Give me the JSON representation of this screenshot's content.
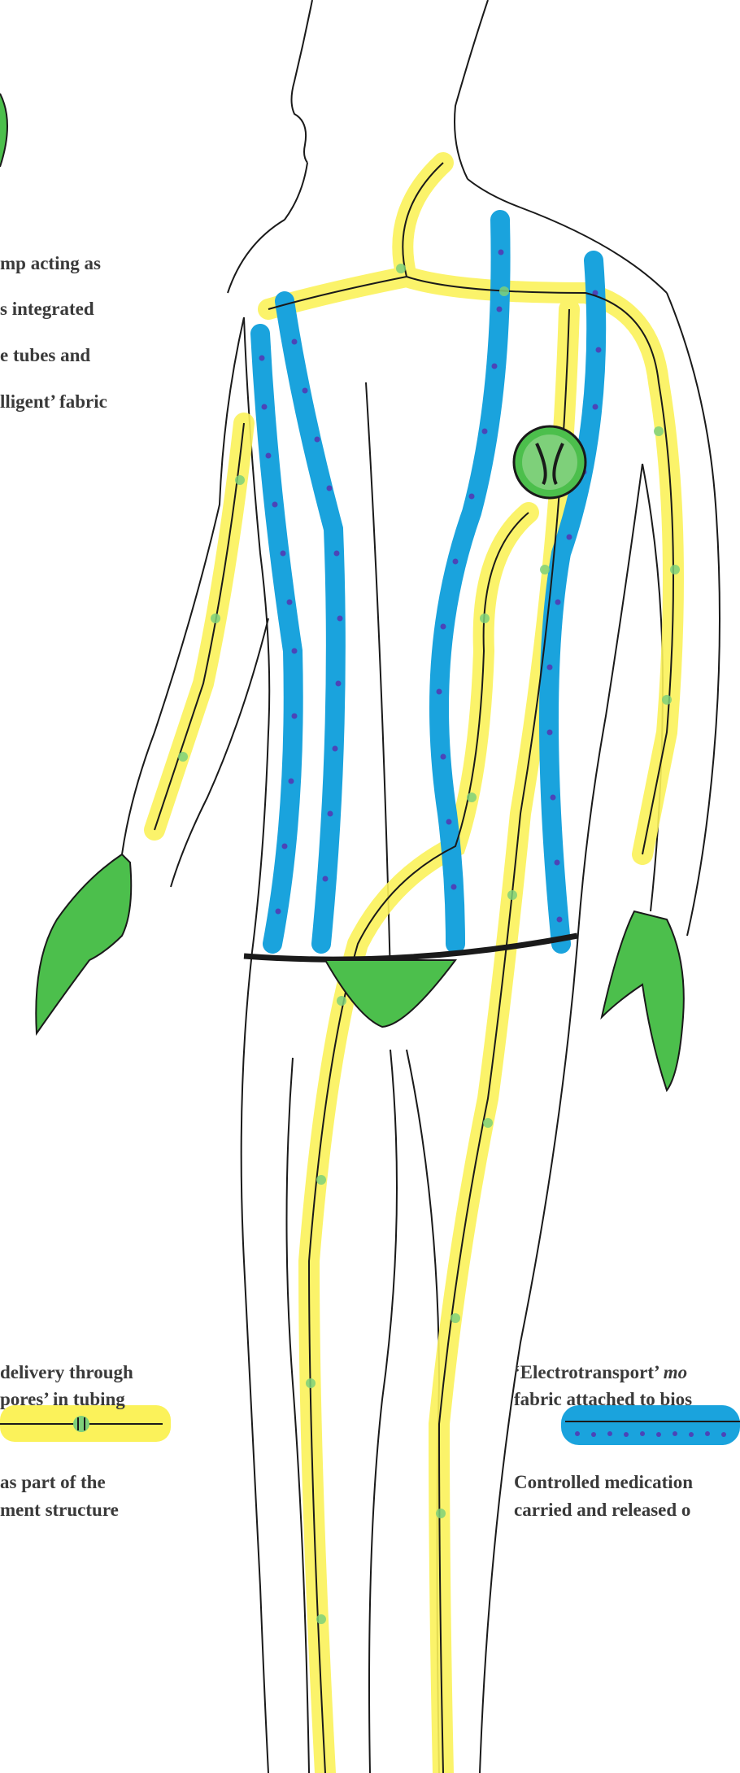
{
  "annotations": {
    "pump_text": {
      "line1": "mp acting as",
      "line2": "s integrated",
      "line3": "e tubes and",
      "line4": "lligent’ fabric"
    },
    "delivery_text": {
      "line1": "delivery through",
      "line2": "pores’ in  tubing"
    },
    "garment_text": {
      "line1": "as part of the",
      "line2": "ment  structure"
    },
    "electrotransport_text": {
      "line1_prefix": "‘Electrotransport’",
      "line1_italic": "mo",
      "line2": "fabric attached to bios"
    },
    "medication_text": {
      "line1": "Controlled medication",
      "line2": "carried and released o"
    }
  },
  "colors": {
    "outline": "#1a1a1a",
    "yellow_tube": "#fbf25a",
    "blue_tube": "#1aa3dd",
    "blue_dots": "#4b45b8",
    "green_fill": "#4cbf4c",
    "green_light": "#7ed07a",
    "text": "#3a3a3a"
  }
}
